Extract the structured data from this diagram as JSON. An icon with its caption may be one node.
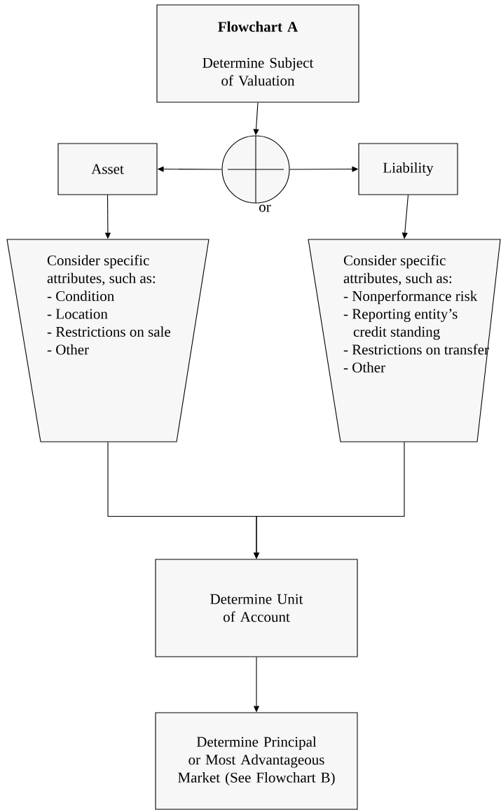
{
  "diagram": {
    "nodes": [
      {
        "text": [
          "Flowchart A",
          "Determine Subject of Valuation"
        ]
      },
      {
        "text": [],
        "shape": "circle",
        "beside": [
          "or"
        ]
      },
      {
        "text": [
          "Asset"
        ]
      },
      {
        "text": [
          "Liability"
        ]
      },
      {
        "text": [
          "Consider specific attributes, such as:",
          "- Condition",
          "- Location",
          "- Restrictions on sale",
          "- Other"
        ]
      },
      {
        "text": [
          "Consider specific attributes, such as:",
          "- Nonperformance risk",
          "- Reporting entity’s credit standing",
          "- Restrictions on transfer",
          "- Other"
        ]
      },
      {
        "text": [
          "Determine Unit of Account"
        ]
      },
      {
        "text": [
          "Determine Principal or Most Advantageous Market (See Flowchart B)"
        ]
      }
    ],
    "edges": [
      {
        "from": 0,
        "to": 1,
        "arrow": "to"
      },
      {
        "from": 1,
        "to": 2,
        "arrow": "to"
      },
      {
        "from": 1,
        "to": 3,
        "arrow": "to"
      },
      {
        "from": 2,
        "to": 4,
        "arrow": "to"
      },
      {
        "from": 3,
        "to": 5,
        "arrow": "to"
      },
      {
        "from": 4,
        "to": 6,
        "arrow": "to"
      },
      {
        "from": 5,
        "to": 6,
        "arrow": "to"
      },
      {
        "from": 6,
        "to": 7,
        "arrow": "to"
      }
    ]
  }
}
